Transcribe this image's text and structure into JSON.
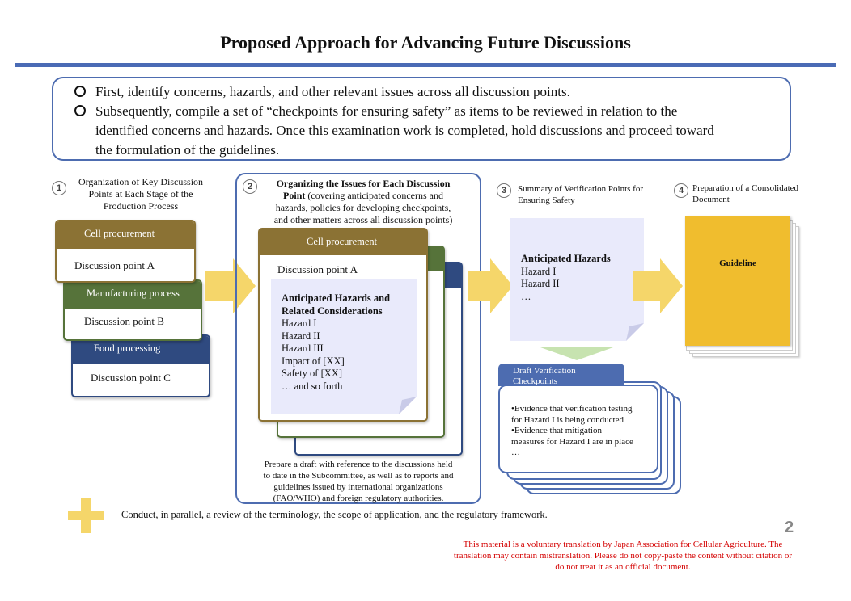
{
  "title": "Proposed Approach for Advancing Future Discussions",
  "intro": {
    "bullet1": "First, identify concerns, hazards, and other relevant issues across all discussion points.",
    "bullet2_line1": "Subsequently, compile a set of “checkpoints for ensuring safety” as items to be reviewed in relation to the",
    "bullet2_line2": "identified concerns and hazards. Once this examination work is completed, hold discussions and proceed toward",
    "bullet2_line3": "the formulation of the guidelines."
  },
  "step1": {
    "num": "1",
    "label_line1": "Organization of Key Discussion",
    "label_line2": "Points at Each Stage of the",
    "label_line3": "Production Process",
    "cards": [
      {
        "header": "Cell procurement",
        "point": "Discussion point A"
      },
      {
        "header": "Manufacturing process",
        "point": "Discussion point B"
      },
      {
        "header": "Food processing",
        "point": "Discussion point C"
      }
    ]
  },
  "step2": {
    "num": "2",
    "label_bold_line1": "Organizing the Issues for Each Discussion",
    "label_bold_line2": "Point",
    "label_rest_line2": " (covering anticipated concerns and",
    "label_line3": "hazards, policies for developing checkpoints,",
    "label_line4": "and other matters across all discussion points)",
    "card_header": "Cell procurement",
    "card_point": "Discussion point A",
    "doc_heading_line1": "Anticipated Hazards and",
    "doc_heading_line2": "Related Considerations",
    "doc_items": [
      "Hazard I",
      "Hazard II",
      "Hazard III",
      "Impact of [XX]",
      "Safety of [XX]",
      "… and so forth"
    ],
    "note_line1": "Prepare a draft with reference to the discussions held",
    "note_line2": "to date in the Subcommittee, as well as to reports and",
    "note_line3": "guidelines issued by international organizations",
    "note_line4": "(FAO/WHO) and foreign regulatory authorities."
  },
  "step3": {
    "num": "3",
    "label_line1": "Summary of Verification Points for",
    "label_line2": "Ensuring Safety",
    "doc_heading": "Anticipated Hazards",
    "doc_items": [
      "Hazard I",
      "Hazard II",
      "…"
    ],
    "draft_header_line1": "Draft Verification",
    "draft_header_line2": "Checkpoints",
    "draft_line1": "•Evidence that verification testing",
    "draft_line2": "for Hazard I is being conducted",
    "draft_line3": "•Evidence that mitigation",
    "draft_line4": "measures for Hazard I are in place",
    "draft_line5": "…"
  },
  "step4": {
    "num": "4",
    "label_line1": "Preparation of a Consolidated",
    "label_line2": "Document",
    "guideline": "Guideline"
  },
  "parallel_note": "Conduct, in parallel, a review of the terminology, the scope of application, and the regulatory framework.",
  "page_number": "2",
  "disclaimer_line1": "This material is a voluntary translation by Japan Association for Cellular Agriculture. The",
  "disclaimer_line2": "translation may contain  mistranslation. Please do not copy-paste the content without citation or",
  "disclaimer_line3": "do not treat it as an official document.",
  "colors": {
    "rule": "#4a6bb5",
    "cell": "#8b7234",
    "manufacturing": "#56733a",
    "food": "#2f4a80",
    "arrow": "#f5d66a",
    "guideline": "#f0bd2e",
    "doc": "#e9eafb",
    "disclaimer": "#d40000"
  }
}
